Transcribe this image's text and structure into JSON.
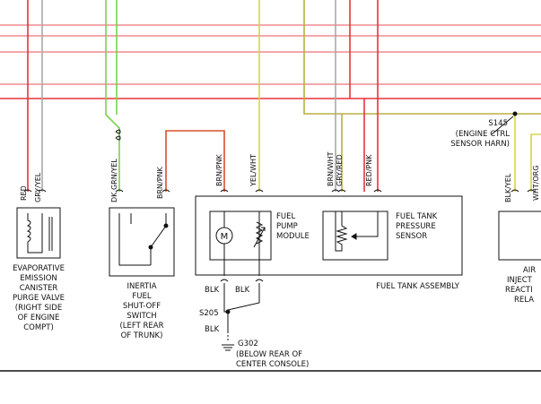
{
  "colors": {
    "red": "#e8323c",
    "pink": "#f08a92",
    "gray": "#a8a8a8",
    "yellow": "#d8d24a",
    "olive": "#b8b040",
    "green": "#7ad24a",
    "brown_red": "#d8502c",
    "black": "#111111"
  },
  "wires": {
    "red": "RED",
    "gry_yel": "GRY/YEL",
    "dk_grn_yel": "DK GRN/YEL",
    "brn_pnk_1": "BRN/PNK",
    "brn_pnk_2": "BRN/PNK",
    "yel_wht": "YEL/WHT",
    "brn_wht": "BRN/WHT",
    "gry_red": "GRY/RED",
    "red_pnk": "RED/PNK",
    "blk_yel": "BLK/YEL",
    "wht_org": "WHT/ORG",
    "blk_1": "BLK",
    "blk_2": "BLK",
    "blk_3": "BLK"
  },
  "components": {
    "evap": [
      "EVAPORATIVE",
      "EMISSION",
      "CANISTER",
      "PURGE VALVE",
      "(RIGHT SIDE",
      "OF ENGINE",
      "COMPT)"
    ],
    "inertia": [
      "INERTIA",
      "FUEL",
      "SHUT-OFF",
      "SWITCH",
      "(LEFT REAR",
      "OF TRUNK)"
    ],
    "pump": [
      "FUEL",
      "PUMP",
      "MODULE"
    ],
    "sensor": [
      "FUEL TANK",
      "PRESSURE",
      "SENSOR"
    ],
    "assembly": "FUEL TANK ASSEMBLY",
    "air": [
      "AIR",
      "INJECT",
      "REACTI",
      "RELA"
    ],
    "motor_symbol": "M"
  },
  "splices": {
    "s145": "S145",
    "s145_loc": [
      "(ENGINE CTRL",
      "SENSOR HARN)"
    ],
    "s205": "S205",
    "g302": "G302",
    "g302_loc": [
      "(BELOW REAR OF",
      "CENTER CONSOLE)"
    ]
  }
}
